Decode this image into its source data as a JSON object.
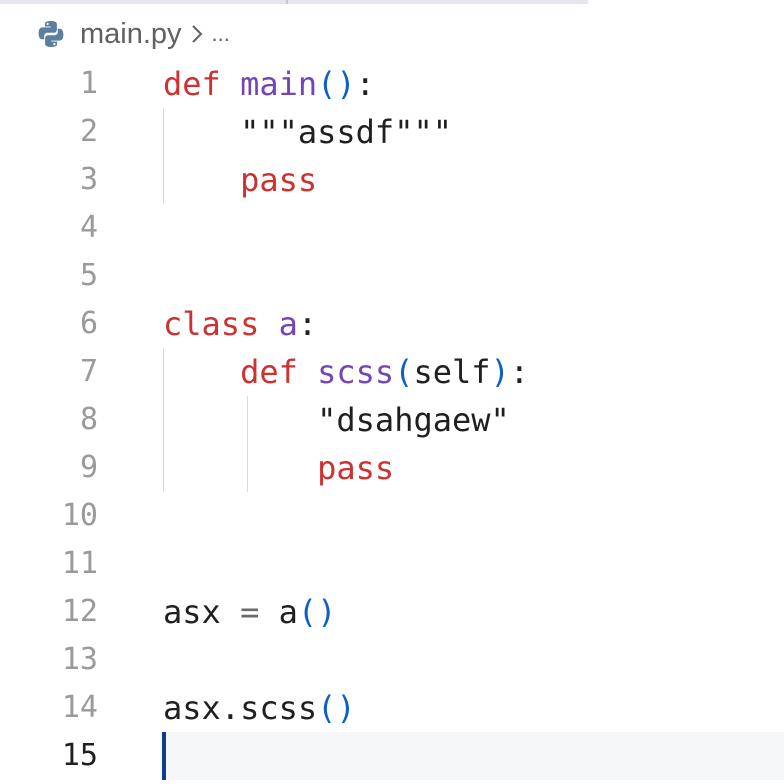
{
  "breadcrumb": {
    "file_icon": "python-icon",
    "file_name": "main.py",
    "separator_icon": "chevron-right-icon",
    "ellipsis": "..."
  },
  "editor": {
    "current_line": 15,
    "lines": [
      {
        "number": "1",
        "tokens": [
          {
            "t": "def",
            "c": "kw"
          },
          {
            "t": " ",
            "c": "plain"
          },
          {
            "t": "main",
            "c": "fn"
          },
          {
            "t": "()",
            "c": "paren"
          },
          {
            "t": ":",
            "c": "plain"
          }
        ]
      },
      {
        "number": "2",
        "tokens": [
          {
            "t": "    ",
            "c": "plain"
          },
          {
            "t": "\"\"\"assdf\"\"\"",
            "c": "str"
          }
        ]
      },
      {
        "number": "3",
        "tokens": [
          {
            "t": "    ",
            "c": "plain"
          },
          {
            "t": "pass",
            "c": "kw"
          }
        ]
      },
      {
        "number": "4",
        "tokens": []
      },
      {
        "number": "5",
        "tokens": []
      },
      {
        "number": "6",
        "tokens": [
          {
            "t": "class",
            "c": "kw"
          },
          {
            "t": " ",
            "c": "plain"
          },
          {
            "t": "a",
            "c": "fn"
          },
          {
            "t": ":",
            "c": "plain"
          }
        ]
      },
      {
        "number": "7",
        "tokens": [
          {
            "t": "    ",
            "c": "plain"
          },
          {
            "t": "def",
            "c": "kw"
          },
          {
            "t": " ",
            "c": "plain"
          },
          {
            "t": "scss",
            "c": "fn"
          },
          {
            "t": "(",
            "c": "paren"
          },
          {
            "t": "self",
            "c": "plain"
          },
          {
            "t": ")",
            "c": "paren"
          },
          {
            "t": ":",
            "c": "plain"
          }
        ]
      },
      {
        "number": "8",
        "tokens": [
          {
            "t": "        ",
            "c": "plain"
          },
          {
            "t": "\"dsahgaew\"",
            "c": "str"
          }
        ]
      },
      {
        "number": "9",
        "tokens": [
          {
            "t": "        ",
            "c": "plain"
          },
          {
            "t": "pass",
            "c": "kw"
          }
        ]
      },
      {
        "number": "10",
        "tokens": []
      },
      {
        "number": "11",
        "tokens": []
      },
      {
        "number": "12",
        "tokens": [
          {
            "t": "asx",
            "c": "plain"
          },
          {
            "t": " ",
            "c": "plain"
          },
          {
            "t": "=",
            "c": "op"
          },
          {
            "t": " ",
            "c": "plain"
          },
          {
            "t": "a",
            "c": "plain"
          },
          {
            "t": "()",
            "c": "paren"
          }
        ]
      },
      {
        "number": "13",
        "tokens": []
      },
      {
        "number": "14",
        "tokens": [
          {
            "t": "asx.scss",
            "c": "plain"
          },
          {
            "t": "()",
            "c": "paren"
          }
        ]
      },
      {
        "number": "15",
        "tokens": []
      }
    ]
  },
  "colors": {
    "keyword": "#cd3131",
    "function": "#7346b8",
    "bracket": "#0e5fc4",
    "cursor": "#0f3c8c",
    "current_line_bg": "#f6f7f9"
  }
}
